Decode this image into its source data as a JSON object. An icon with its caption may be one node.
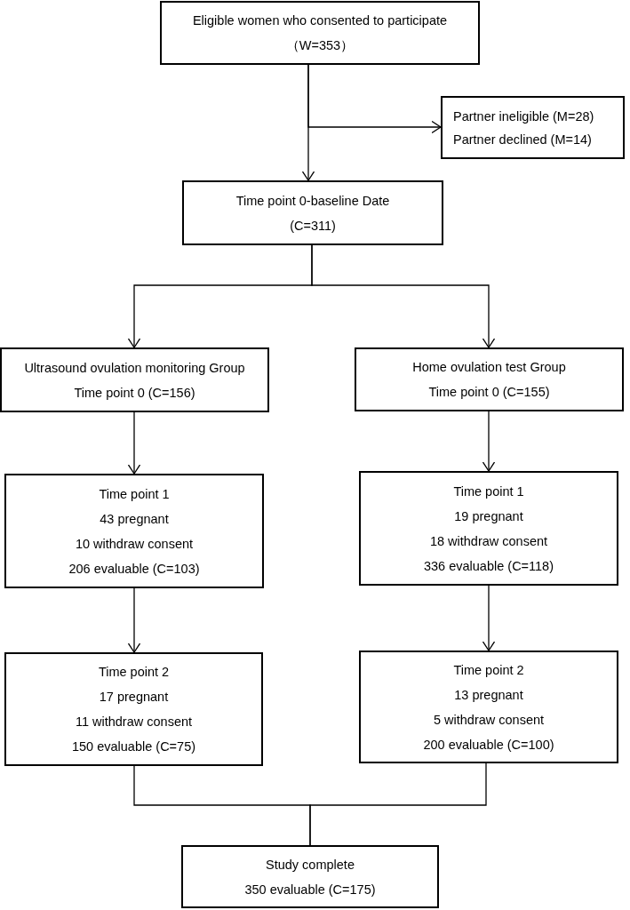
{
  "diagram": {
    "nodes": [
      {
        "text": [
          "Eligible women who consented to participate",
          "（W=353）"
        ]
      },
      {
        "text": [
          "Partner ineligible (M=28)",
          "Partner declined (M=14)"
        ]
      },
      {
        "text": [
          "Time point 0-baseline Date",
          "(C=311)"
        ]
      },
      {
        "text": [
          "Ultrasound ovulation monitoring Group",
          "Time point 0 (C=156)"
        ]
      },
      {
        "text": [
          "Home ovulation test Group",
          "Time point 0 (C=155)"
        ]
      },
      {
        "text": [
          "Time point 1",
          "43 pregnant",
          "10 withdraw consent",
          "206 evaluable (C=103)"
        ]
      },
      {
        "text": [
          "Time point 1",
          "19 pregnant",
          "18 withdraw consent",
          "336 evaluable (C=118)"
        ]
      },
      {
        "text": [
          "Time point 2",
          "17 pregnant",
          "11 withdraw consent",
          "150 evaluable (C=75)"
        ]
      },
      {
        "text": [
          "Time point 2",
          "13 pregnant",
          "5 withdraw consent",
          "200 evaluable (C=100)"
        ]
      },
      {
        "text": [
          "Study complete",
          "350 evaluable (C=175)"
        ]
      }
    ],
    "edges": [
      {
        "from": 0,
        "to": 2,
        "arrow": "to"
      },
      {
        "from": 0,
        "to": 1,
        "arrow": "to"
      },
      {
        "from": 2,
        "to": 3,
        "arrow": "to"
      },
      {
        "from": 2,
        "to": 4,
        "arrow": "to"
      },
      {
        "from": 3,
        "to": 5,
        "arrow": "to"
      },
      {
        "from": 4,
        "to": 6,
        "arrow": "to"
      },
      {
        "from": 5,
        "to": 7,
        "arrow": "to"
      },
      {
        "from": 6,
        "to": 8,
        "arrow": "to"
      },
      {
        "from": 7,
        "to": 9,
        "arrow": "none"
      },
      {
        "from": 8,
        "to": 9,
        "arrow": "none"
      }
    ]
  }
}
